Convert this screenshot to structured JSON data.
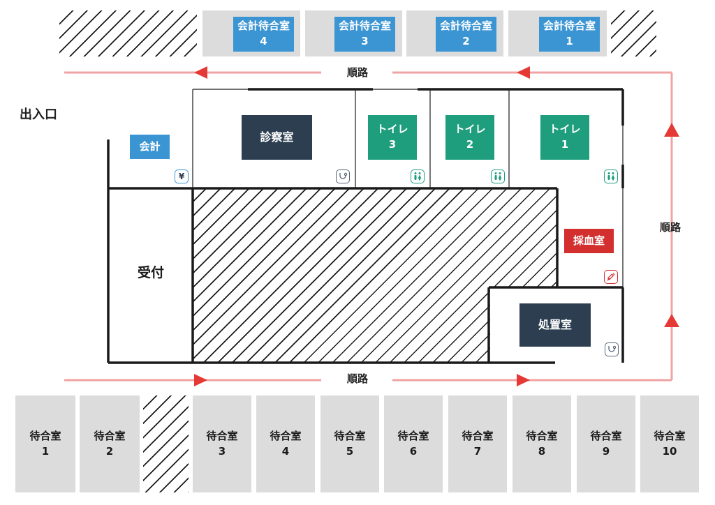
{
  "cashier_waiting_rooms": [
    {
      "name": "会計待合室",
      "number": "4"
    },
    {
      "name": "会計待合室",
      "number": "3"
    },
    {
      "name": "会計待合室",
      "number": "2"
    },
    {
      "name": "会計待合室",
      "number": "1"
    }
  ],
  "route_label": "順路",
  "entrance_label": "出入口",
  "cashier_label": "会計",
  "exam_room_label": "診察室",
  "toilets": [
    {
      "name": "トイレ",
      "number": "3"
    },
    {
      "name": "トイレ",
      "number": "2"
    },
    {
      "name": "トイレ",
      "number": "1"
    }
  ],
  "reception_label": "受付",
  "blood_room_label": "採血室",
  "treatment_room_label": "処置室",
  "yen_symbol": "¥",
  "waiting_rooms": [
    {
      "name": "待合室",
      "number": "1"
    },
    {
      "name": "待合室",
      "number": "2"
    },
    {
      "name": "待合室",
      "number": "3"
    },
    {
      "name": "待合室",
      "number": "4"
    },
    {
      "name": "待合室",
      "number": "5"
    },
    {
      "name": "待合室",
      "number": "6"
    },
    {
      "name": "待合室",
      "number": "7"
    },
    {
      "name": "待合室",
      "number": "8"
    },
    {
      "name": "待合室",
      "number": "9"
    },
    {
      "name": "待合室",
      "number": "10"
    }
  ],
  "colors": {
    "cashier_blue": "#3b95d3",
    "exam_navy": "#2c3e50",
    "toilet_green": "#1e9e7d",
    "blood_red": "#d32f2f",
    "route_line": "#f0a3a3",
    "route_arrow": "#e53935",
    "room_grey": "#dcdcdc"
  }
}
